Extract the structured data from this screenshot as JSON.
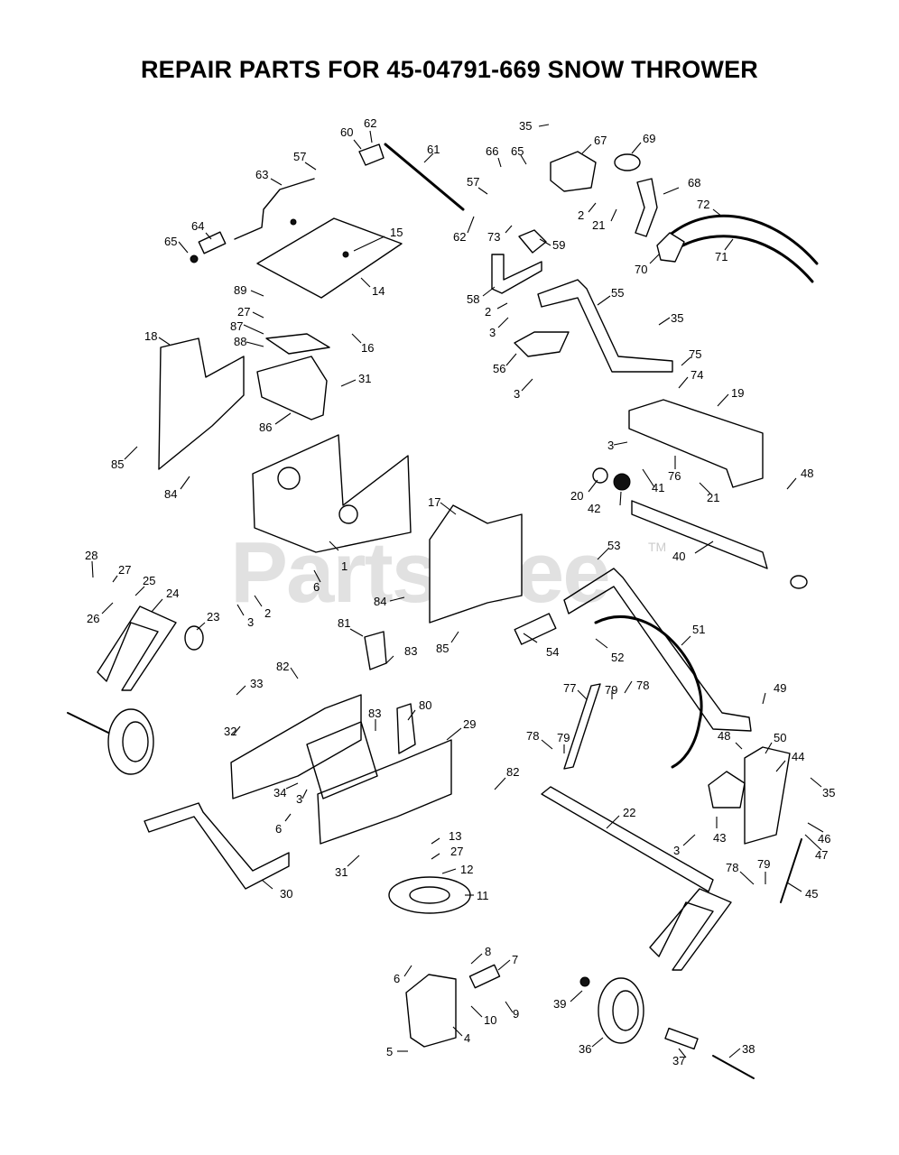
{
  "title": "REPAIR PARTS FOR 45-04791-669 SNOW THROWER",
  "watermark": "PartsTree",
  "watermark_tm": "TM",
  "callouts": [
    "62",
    "60",
    "61",
    "57",
    "35",
    "66",
    "65",
    "67",
    "69",
    "63",
    "57",
    "68",
    "15",
    "64",
    "65",
    "62",
    "73",
    "59",
    "72",
    "2",
    "21",
    "71",
    "70",
    "14",
    "58",
    "55",
    "89",
    "27",
    "2",
    "87",
    "16",
    "3",
    "35",
    "88",
    "18",
    "31",
    "56",
    "75",
    "74",
    "86",
    "19",
    "3",
    "3",
    "48",
    "85",
    "20",
    "41",
    "76",
    "84",
    "21",
    "42",
    "17",
    "53",
    "40",
    "28",
    "27",
    "25",
    "1",
    "6",
    "84",
    "24",
    "23",
    "26",
    "3",
    "2",
    "81",
    "85",
    "54",
    "52",
    "51",
    "83",
    "82",
    "33",
    "77",
    "79",
    "78",
    "49",
    "32",
    "83",
    "80",
    "29",
    "78",
    "79",
    "48",
    "50",
    "44",
    "82",
    "34",
    "3",
    "35",
    "22",
    "6",
    "13",
    "43",
    "27",
    "3",
    "46",
    "31",
    "12",
    "47",
    "78",
    "79",
    "30",
    "11",
    "45",
    "8",
    "7",
    "6",
    "39",
    "10",
    "9",
    "4",
    "36",
    "37",
    "38",
    "5"
  ]
}
